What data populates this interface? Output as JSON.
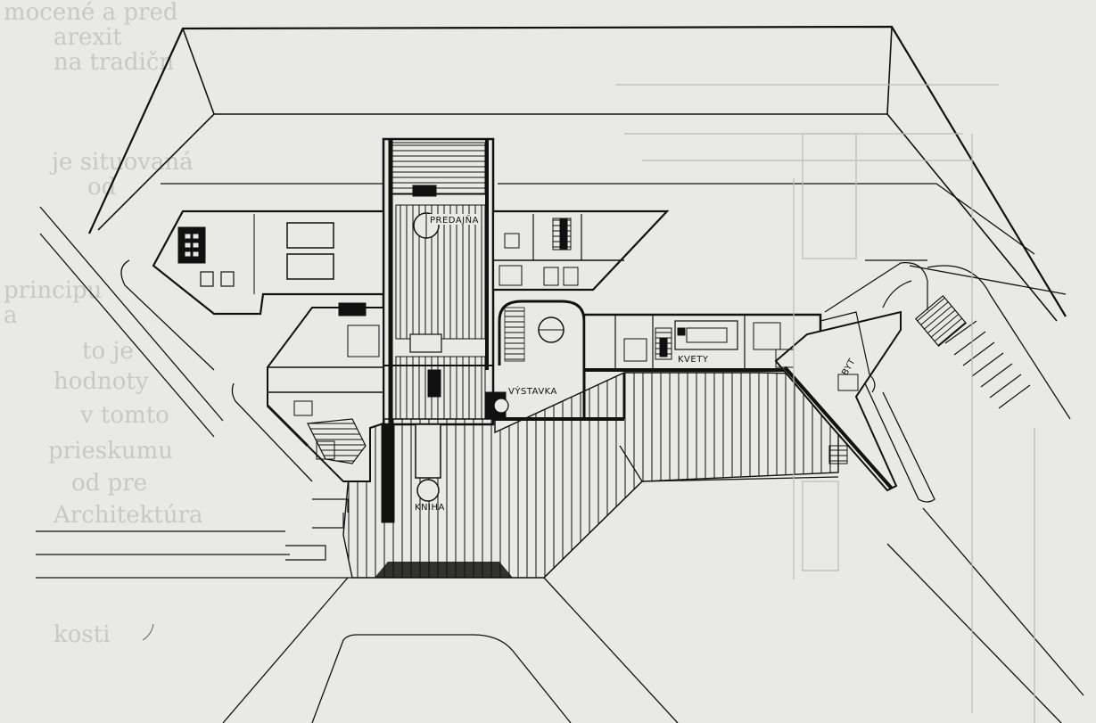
{
  "colors": {
    "paper": "#e9e9e5",
    "ink": "#111111",
    "bleed_text": "#c9c9c4"
  },
  "bleed_through": {
    "lines": [
      "mocené a pred",
      "arexit",
      "na tradičn",
      "je situovaná",
      "od",
      "principu",
      "a",
      "to je",
      "hodnoty",
      "v tomto",
      "prieskumu",
      "od pre",
      "Architektúra",
      "",
      "",
      "",
      "kosti"
    ]
  },
  "labels": {
    "predajna": "PREDAJŇA",
    "vystavka": "VÝSTAVKA",
    "kvety": "KVETY",
    "byt": "BYT",
    "kniha": "KNIHA"
  }
}
